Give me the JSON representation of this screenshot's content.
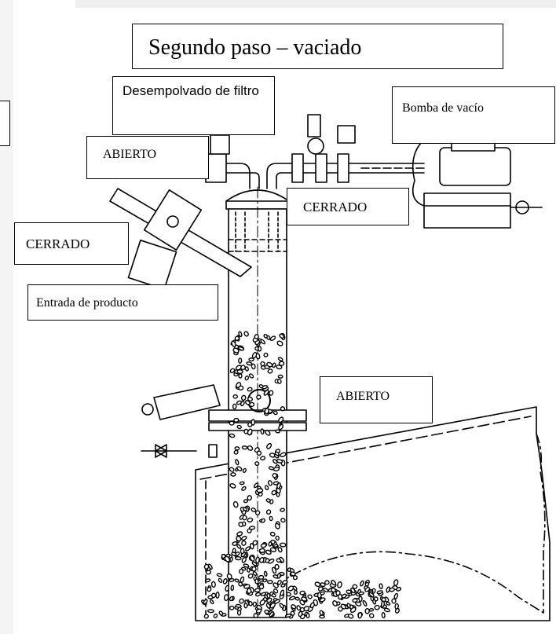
{
  "title": "Segundo paso – vaciado",
  "labels": {
    "desempolvado": "Desempolvado de filtro",
    "bomba": "Bomba de vacío",
    "abierto_top": "ABIERTO",
    "cerrado_right": "CERRADO",
    "cerrado_left": "CERRADO",
    "entrada": "Entrada de producto",
    "abierto_bottom": "ABIERTO"
  },
  "colors": {
    "line": "#000000",
    "background": "#ffffff",
    "margin": "#efefef"
  }
}
